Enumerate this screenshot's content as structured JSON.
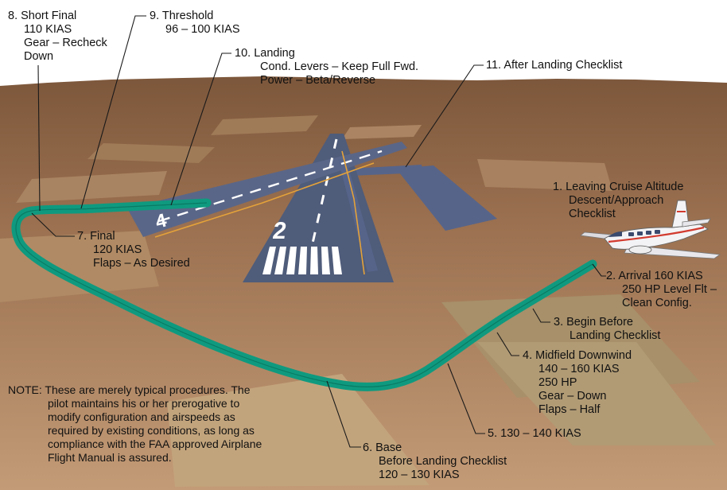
{
  "steps": [
    {
      "num": "1.",
      "lines": [
        "Leaving Cruise Altitude",
        "Descent/Approach",
        "Checklist"
      ]
    },
    {
      "num": "2.",
      "lines": [
        "Arrival 160 KIAS",
        "250 HP Level Flt –",
        "Clean Config."
      ]
    },
    {
      "num": "3.",
      "lines": [
        "Begin Before",
        "Landing Checklist"
      ]
    },
    {
      "num": "4.",
      "lines": [
        "Midfield Downwind",
        "140 – 160 KIAS",
        "250 HP",
        "Gear – Down",
        "Flaps – Half"
      ]
    },
    {
      "num": "5.",
      "lines": [
        "130 – 140 KIAS"
      ]
    },
    {
      "num": "6.",
      "lines": [
        "Base",
        "Before Landing Checklist",
        "120 – 130 KIAS"
      ]
    },
    {
      "num": "7.",
      "lines": [
        "Final",
        "120 KIAS",
        "Flaps – As Desired"
      ]
    },
    {
      "num": "8.",
      "lines": [
        "Short Final",
        "110 KIAS",
        "Gear – Recheck",
        "Down"
      ]
    },
    {
      "num": "9.",
      "lines": [
        "Threshold",
        "96 – 100 KIAS"
      ]
    },
    {
      "num": "10.",
      "lines": [
        "Landing",
        "Cond. Levers – Keep Full Fwd.",
        "Power – Beta/Reverse"
      ]
    },
    {
      "num": "11.",
      "lines": [
        "After Landing Checklist"
      ]
    }
  ],
  "note": {
    "prefix": "NOTE:",
    "lines": [
      "These are merely typical procedures. The",
      "pilot maintains his or her prerogative to",
      "modify configuration and airspeeds as",
      "required by existing conditions, as long as",
      "compliance with the FAA approved Airplane",
      "Flight Manual is assured."
    ]
  },
  "runway_numbers": [
    "4",
    "2"
  ],
  "colors": {
    "sky": "#ffffff",
    "terrain_far": "#8a6241",
    "terrain_near": "#b8906a",
    "runway": "#4f5c7a",
    "pattern_path": "#0f9a7f",
    "leader_line": "#1a1a1a"
  }
}
